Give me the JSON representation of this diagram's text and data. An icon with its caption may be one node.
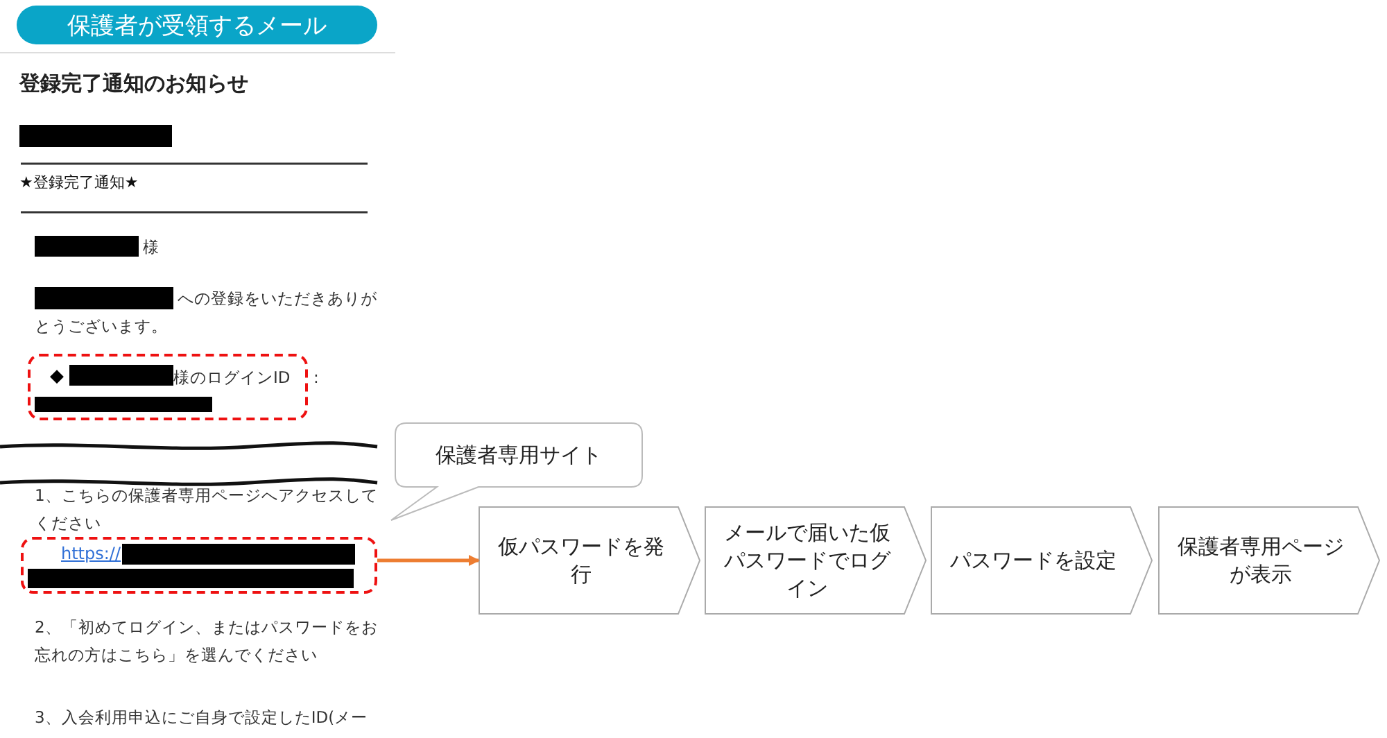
{
  "diagram": {
    "nodes": [
      {
        "text": [
          "保護者が受領するメール"
        ]
      },
      {
        "text": [
          "◆",
          "様のログインID"
        ]
      },
      {
        "text": [
          "保護者専用サイト"
        ]
      },
      {
        "text": [
          "https://"
        ]
      },
      {
        "text": [
          "仮パスワードを発行"
        ]
      },
      {
        "text": [
          "メールで届いた仮パスワードでログイン"
        ]
      },
      {
        "text": [
          "パスワードを設定"
        ]
      },
      {
        "text": [
          "保護者専用ページが表示"
        ]
      }
    ],
    "edges": [
      {
        "from": 3,
        "to": 4,
        "arrow": "to",
        "color": "#ed7d31"
      }
    ],
    "labels": [
      "登録完了通知のお知らせ",
      "★登録完了通知★",
      "様",
      "への登録をいただきありがとうございます。",
      ":",
      "1、こちらの保護者専用ページへアクセスしてください",
      "2、「初めてログイン、またはパスワードをお忘れの方はこちら」を選んでください",
      "3、入会利用申込にご自身で設定したID(メー"
    ]
  }
}
